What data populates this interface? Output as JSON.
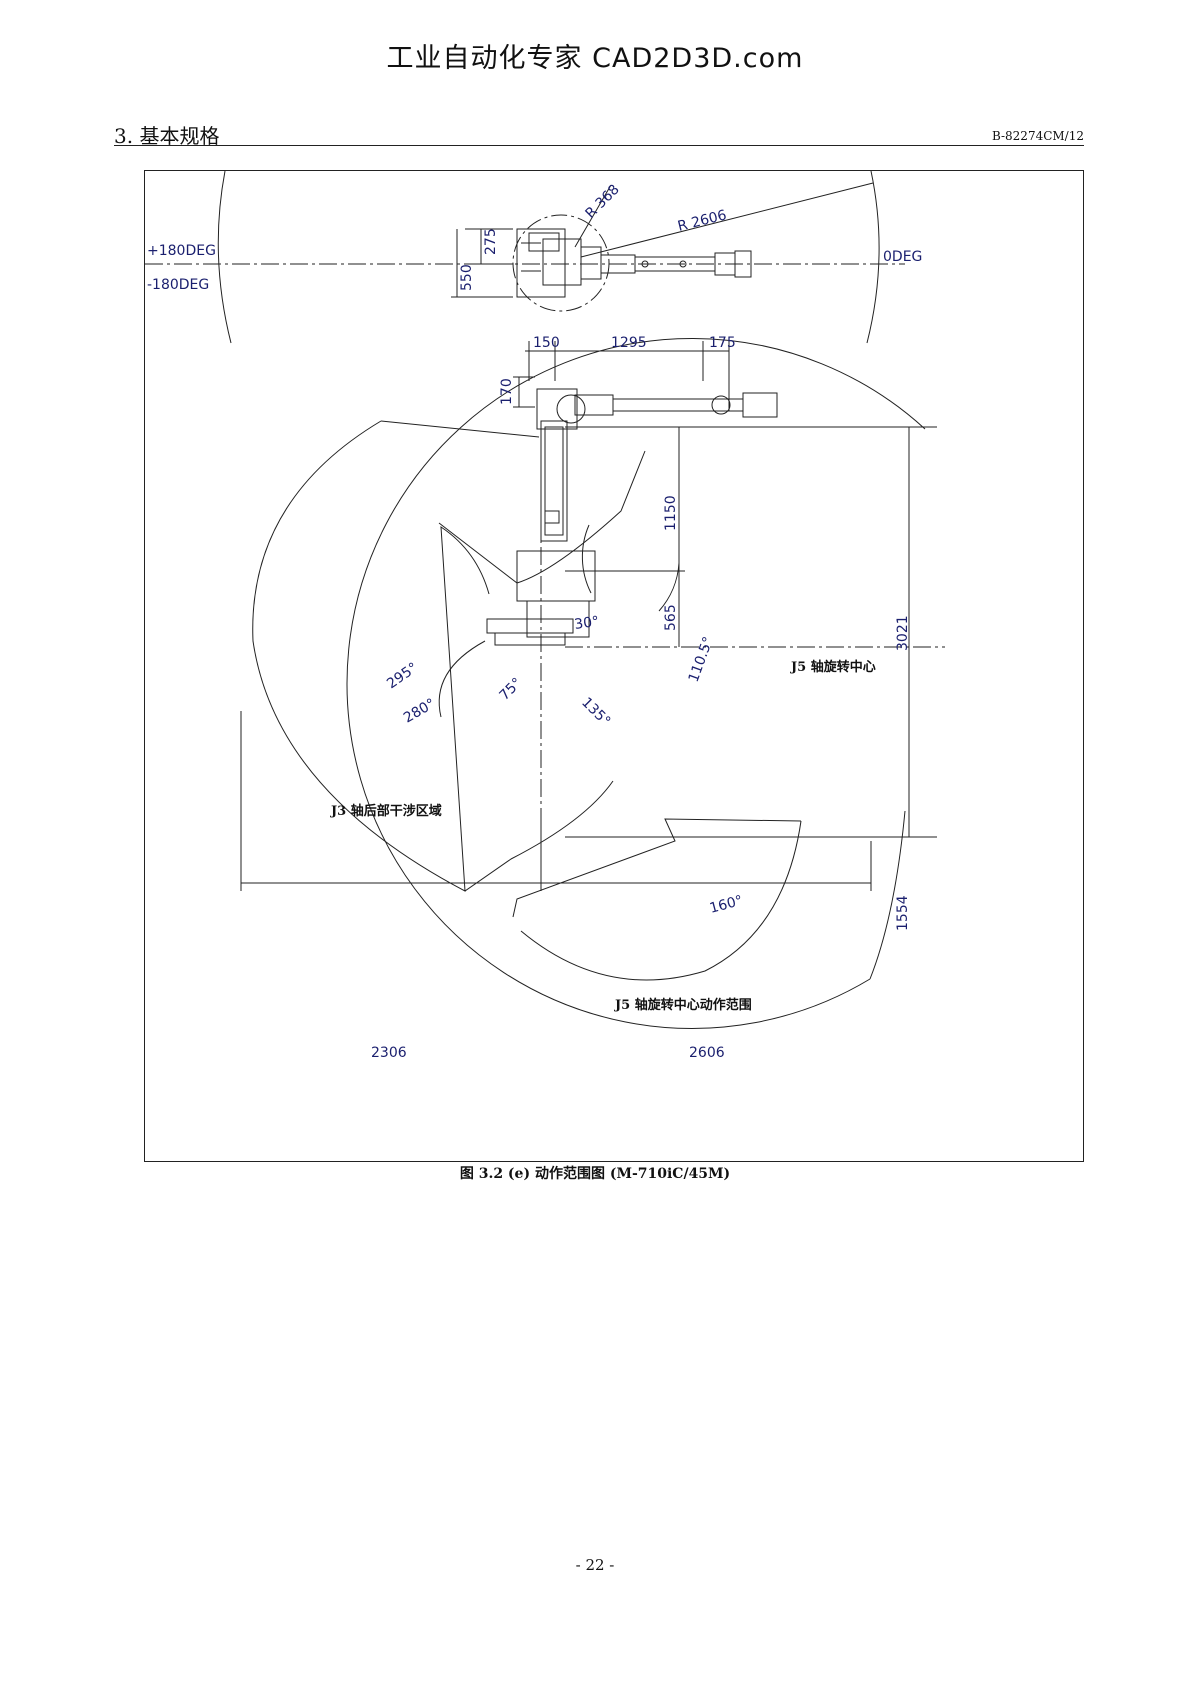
{
  "header": {
    "watermark": "工业自动化专家 CAD2D3D.com",
    "section_title": "3. 基本规格",
    "doc_code": "B-82274CM/12"
  },
  "top_view": {
    "left_angle_top": "+180DEG",
    "left_angle_bottom": "-180DEG",
    "right_angle": "0DEG",
    "radius_small": "R 368",
    "radius_large": "R 2606",
    "dim_275": "275",
    "dim_550": "550"
  },
  "side_view": {
    "dim_150": "150",
    "dim_1295": "1295",
    "dim_175": "175",
    "dim_170": "170",
    "dim_1150": "1150",
    "dim_565": "565",
    "dim_3021": "3021",
    "dim_1554": "1554",
    "dim_2306": "2306",
    "dim_2606": "2606",
    "angle_30": "30°",
    "angle_110_5": "110.5°",
    "angle_75": "75°",
    "angle_135": "135°",
    "angle_295": "295°",
    "angle_280": "280°",
    "angle_160": "160°",
    "label_j5_center": "J5 轴旋转中心",
    "label_j3_interference": "J3 轴后部干涉区域",
    "label_j5_range": "J5 轴旋转中心动作范围"
  },
  "caption": "图 3.2 (e)  动作范围图  (M-710iC/45M)",
  "page_number": "- 22 -"
}
